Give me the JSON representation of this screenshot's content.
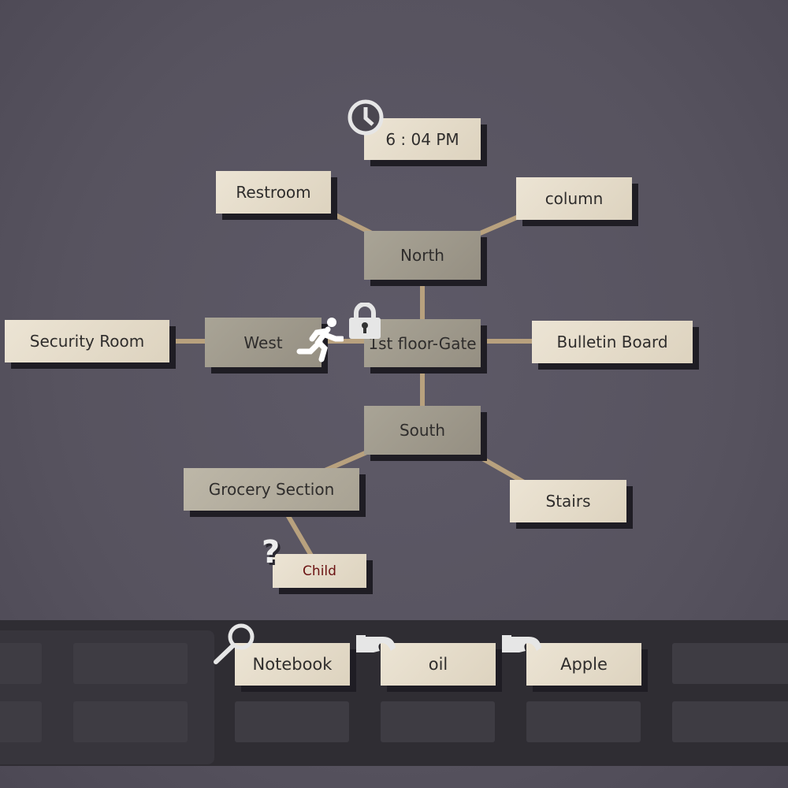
{
  "clock": {
    "time": "6 : 04 PM",
    "icon": "clock-icon"
  },
  "nodes": {
    "restroom": "Restroom",
    "column": "column",
    "north": "North",
    "security_room": "Security Room",
    "west": "West",
    "gate": "1st floor-Gate",
    "bulletin_board": "Bulletin Board",
    "south": "South",
    "grocery": "Grocery Section",
    "stairs": "Stairs",
    "child": "Child"
  },
  "markers": {
    "player": "running-person-icon",
    "locked": "lock-icon",
    "unknown": "question-mark-icon"
  },
  "question_mark": "?",
  "inventory": {
    "items": [
      {
        "label": "Notebook",
        "action_icon": "magnifier-icon"
      },
      {
        "label": "oil",
        "action_icon": "hand-icon"
      },
      {
        "label": "Apple",
        "action_icon": "hand-icon"
      }
    ]
  },
  "colors": {
    "child_text": "#6b1212"
  }
}
